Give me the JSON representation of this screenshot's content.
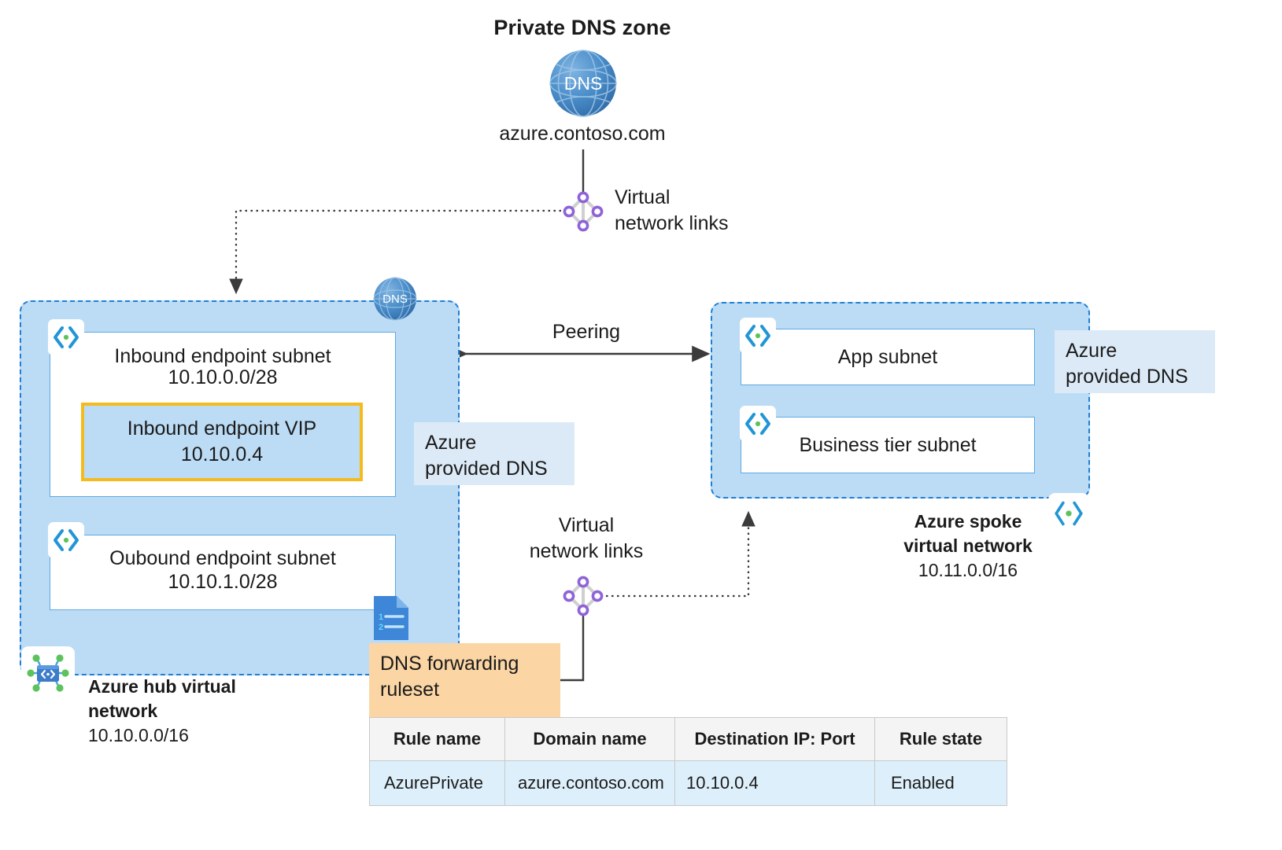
{
  "diagram": {
    "title": "Private DNS zone",
    "type": "azure-network-architecture"
  },
  "private_dns_zone": {
    "icon": "dns-globe-icon",
    "domain": "azure.contoso.com"
  },
  "links": {
    "top_vnet_links_label": "Virtual\nnetwork links",
    "bottom_vnet_links_label": "Virtual\nnetwork links",
    "peering_label": "Peering",
    "icon": "virtual-network-links-icon"
  },
  "hub_vnet": {
    "caption": "Azure hub virtual\nnetwork",
    "cidr": "10.10.0.0/16",
    "icon": "virtual-network-icon",
    "dns_badge": "dns-globe-icon",
    "subnets": [
      {
        "name": "Inbound endpoint subnet",
        "cidr": "10.10.0.0/28",
        "icon": "subnet-icon",
        "vip": {
          "name": "Inbound endpoint VIP",
          "address": "10.10.0.4"
        }
      },
      {
        "name": "Oubound endpoint subnet",
        "cidr": "10.10.1.0/28",
        "icon": "subnet-icon"
      }
    ],
    "callout": "Azure\nprovided DNS"
  },
  "spoke_vnet": {
    "caption": "Azure spoke\nvirtual network",
    "cidr": "10.11.0.0/16",
    "icon": "virtual-network-icon",
    "subnets": [
      {
        "name": "App subnet",
        "icon": "subnet-icon"
      },
      {
        "name": "Business tier subnet",
        "icon": "subnet-icon"
      }
    ],
    "callout": "Azure\nprovided DNS"
  },
  "ruleset": {
    "label": "DNS forwarding\nruleset",
    "icon": "ruleset-document-icon",
    "table": {
      "headers": [
        "Rule name",
        "Domain name",
        "Destination IP: Port",
        "Rule state"
      ],
      "rows": [
        [
          "AzurePrivate",
          "azure.contoso.com",
          "10.10.0.4",
          "Enabled"
        ]
      ]
    }
  },
  "colors": {
    "vnet_fill": "#bcdcf5",
    "vnet_border": "#1e7fd4",
    "subnet_border": "#5ea9e0",
    "vip_border": "#f5bb1d",
    "callout_blue": "#dceaf7",
    "callout_orange": "#fbd6a4",
    "link_node": "#8f63d8",
    "dns_globe": "#3f7fc1",
    "table_header": "#f4f4f4",
    "table_row": "#ddeffa"
  }
}
